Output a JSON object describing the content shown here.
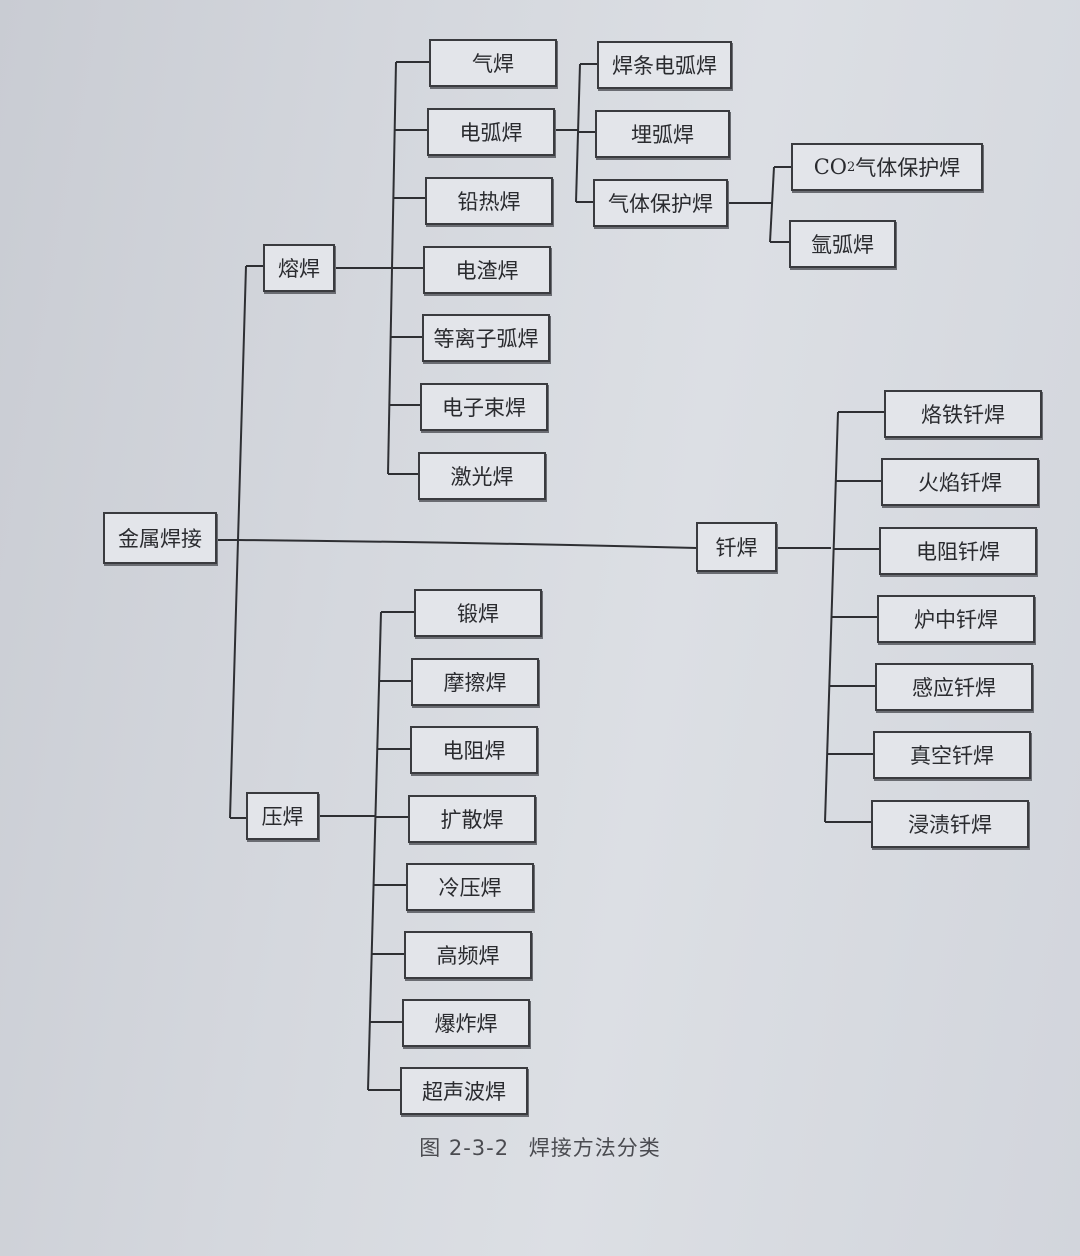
{
  "root": {
    "label": "金属焊接"
  },
  "branches": {
    "fusion": {
      "label": "熔焊",
      "children": [
        "气焊",
        "电弧焊",
        "铅热焊",
        "电渣焊",
        "等离子弧焊",
        "电子束焊",
        "激光焊"
      ],
      "arc": {
        "children": [
          "焊条电弧焊",
          "埋弧焊",
          "气体保护焊"
        ],
        "gas_shielded": {
          "children_prefix": "CO",
          "children_sub": "2",
          "children_suffix": "气体保护焊",
          "argon": "氩弧焊"
        }
      }
    },
    "pressure": {
      "label": "压焊",
      "children": [
        "锻焊",
        "摩擦焊",
        "电阻焊",
        "扩散焊",
        "冷压焊",
        "高频焊",
        "爆炸焊",
        "超声波焊"
      ]
    },
    "brazing": {
      "label": "钎焊",
      "children": [
        "烙铁钎焊",
        "火焰钎焊",
        "电阻钎焊",
        "炉中钎焊",
        "感应钎焊",
        "真空钎焊",
        "浸渍钎焊"
      ]
    }
  },
  "caption": {
    "number": "图 2-3-2",
    "title": "焊接方法分类"
  }
}
